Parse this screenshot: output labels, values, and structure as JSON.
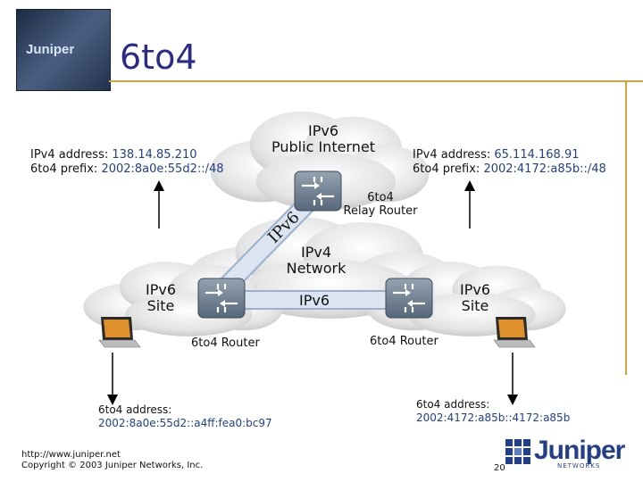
{
  "slide": {
    "title": "6to4",
    "page_number": "20",
    "footer_url": "http://www.juniper.net",
    "footer_copyright": "Copyright © 2003 Juniper Networks, Inc.",
    "logo_text": "Juniper",
    "logo_subtext": "NETWORKS",
    "photo_logo_text": "Juniper"
  },
  "left_site": {
    "ipv4_label": "IPv4 address:",
    "ipv4_value": "138.14.85.210",
    "prefix_label": "6to4 prefix:",
    "prefix_value": "2002:8a0e:55d2::/48",
    "site_line1": "IPv6",
    "site_line2": "Site",
    "router_label": "6to4 Router",
    "addr_label": "6to4 address:",
    "addr_value": "2002:8a0e:55d2::a4ff:fea0:bc97"
  },
  "right_site": {
    "ipv4_label": "IPv4 address:",
    "ipv4_value": "65.114.168.91",
    "prefix_label": "6to4 prefix:",
    "prefix_value": "2002:4172:a85b::/48",
    "site_line1": "IPv6",
    "site_line2": "Site",
    "router_label": "6to4 Router",
    "addr_label": "6to4 address:",
    "addr_value": "2002:4172:a85b::4172:a85b"
  },
  "public_internet": {
    "line1": "IPv6",
    "line2": "Public Internet"
  },
  "relay": {
    "line1": "6to4",
    "line2": "Relay Router"
  },
  "ipv4_network": {
    "line1": "IPv4",
    "line2": "Network"
  },
  "tunnels": {
    "horizontal": "IPv6",
    "diagonal": "IPv6"
  },
  "colors": {
    "title": "#2b2b8a",
    "accent_rule": "#c9a640",
    "value_text": "#1f3f8f",
    "router_body": "#6f8090",
    "tunnel": "#c9d6e8"
  }
}
